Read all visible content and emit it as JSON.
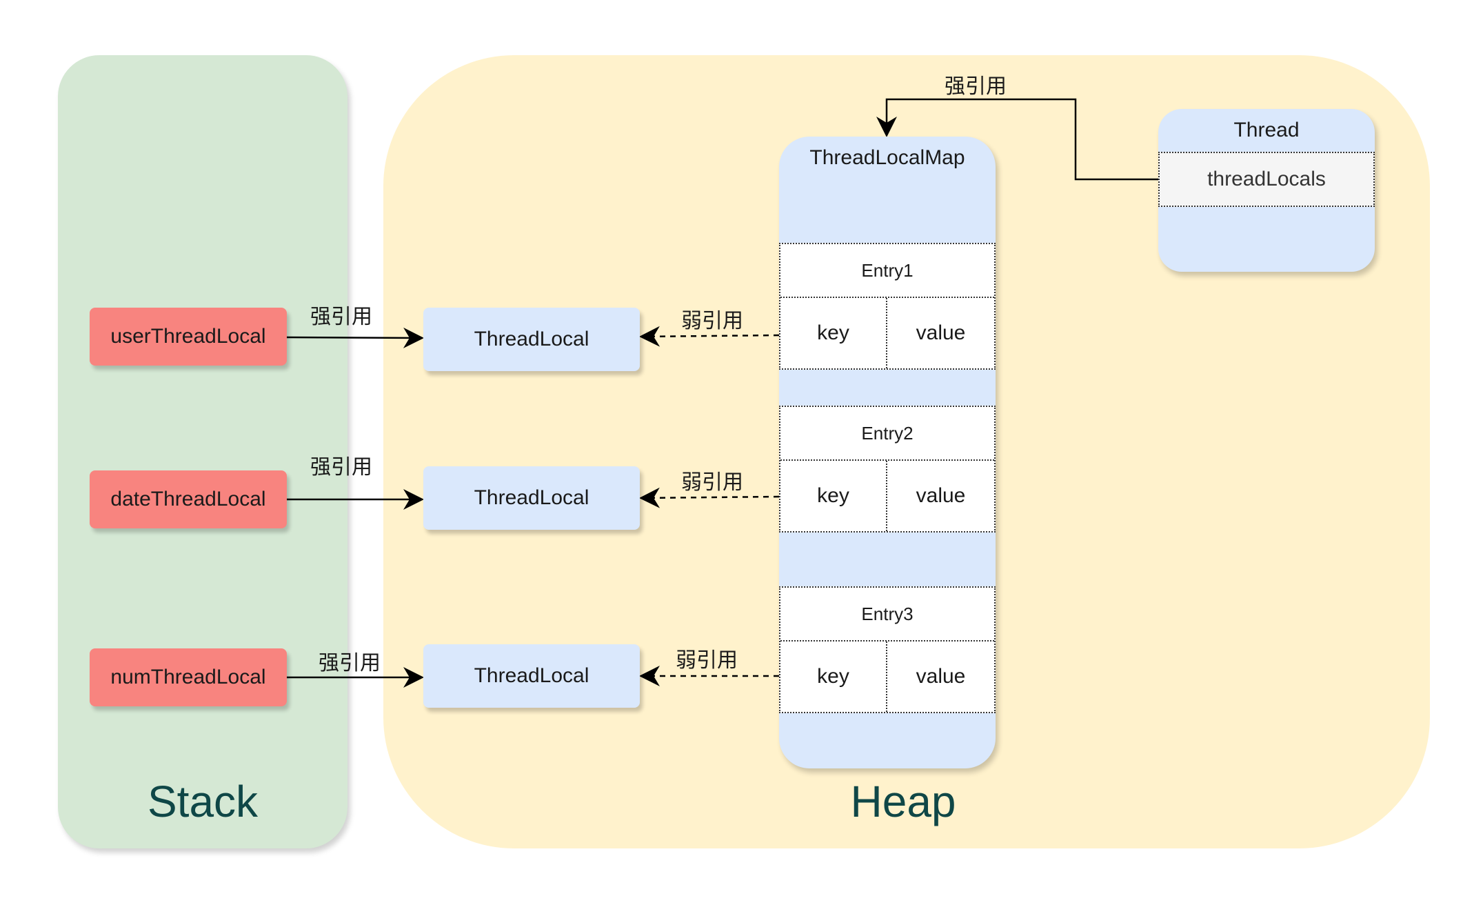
{
  "regions": {
    "stack_label": "Stack",
    "heap_label": "Heap"
  },
  "stack_vars": [
    {
      "name": "userThreadLocal"
    },
    {
      "name": "dateThreadLocal"
    },
    {
      "name": "numThreadLocal"
    }
  ],
  "thread_locals": [
    {
      "label": "ThreadLocal"
    },
    {
      "label": "ThreadLocal"
    },
    {
      "label": "ThreadLocal"
    }
  ],
  "map": {
    "title": "ThreadLocalMap",
    "entries": [
      {
        "title": "Entry1",
        "key": "key",
        "value": "value"
      },
      {
        "title": "Entry2",
        "key": "key",
        "value": "value"
      },
      {
        "title": "Entry3",
        "key": "key",
        "value": "value"
      }
    ]
  },
  "thread": {
    "title": "Thread",
    "field": "threadLocals"
  },
  "edge_labels": {
    "strong_1": "强引用",
    "strong_2": "强引用",
    "strong_3": "强引用",
    "weak_1": "弱引用",
    "weak_2": "弱引用",
    "weak_3": "弱引用",
    "thread_to_map": "强引用"
  },
  "colors": {
    "stack_bg": "#d5e8d4",
    "heap_bg": "#fff2cc",
    "var_fill": "#f8847f",
    "object_fill": "#dae8fc",
    "field_fill": "#f5f5f5",
    "region_label": "#0f4747"
  }
}
